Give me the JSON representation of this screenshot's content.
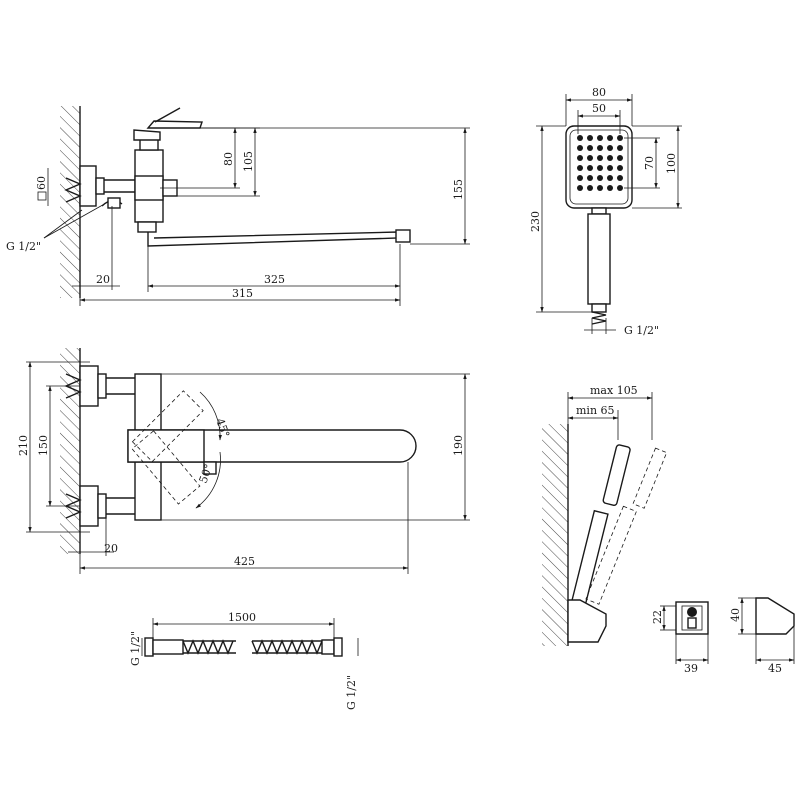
{
  "side_view": {
    "dim_80": "80",
    "dim_105": "105",
    "dim_155": "155",
    "dim_60": "60",
    "dim_thread": "G 1/2\"",
    "dim_20": "20",
    "dim_325": "325",
    "dim_315": "315"
  },
  "top_view": {
    "dim_210": "210",
    "dim_150": "150",
    "dim_190": "190",
    "dim_20": "20",
    "dim_425": "425",
    "angle_45": "45°",
    "angle_50": "50°"
  },
  "hand_shower": {
    "dim_80": "80",
    "dim_50": "50",
    "dim_70": "70",
    "dim_100": "100",
    "dim_230": "230",
    "dim_thread": "G 1/2\""
  },
  "holder_view": {
    "dim_max": "max 105",
    "dim_min": "min 65"
  },
  "hose": {
    "dim_1500": "1500",
    "thread_left": "G 1/2\"",
    "thread_right": "G 1/2\""
  },
  "bracket": {
    "dim_22": "22",
    "dim_39": "39",
    "dim_40": "40",
    "dim_45": "45"
  }
}
